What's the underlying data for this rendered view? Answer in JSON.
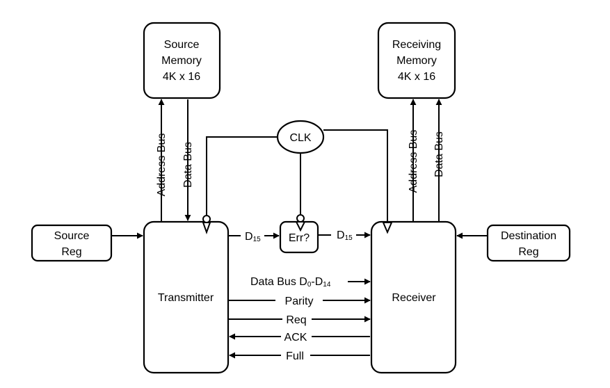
{
  "source_memory": {
    "line1": "Source",
    "line2": "Memory",
    "line3": "4K x 16"
  },
  "receiving_memory": {
    "line1": "Receiving",
    "line2": "Memory",
    "line3": "4K x 16"
  },
  "source_reg": {
    "line1": "Source",
    "line2": "Reg"
  },
  "destination_reg": {
    "line1": "Destination",
    "line2": "Reg"
  },
  "transmitter": {
    "label": "Transmitter"
  },
  "receiver": {
    "label": "Receiver"
  },
  "clk": {
    "label": "CLK"
  },
  "err": {
    "label": "Err?"
  },
  "signals": {
    "address_bus": "Address Bus",
    "data_bus": "Data Bus",
    "d15": {
      "base": "D",
      "sub": "15"
    },
    "data_bus_range": {
      "prefix": "Data Bus D",
      "sub0": "0",
      "mid": "-D",
      "sub1": "14"
    },
    "parity": "Parity",
    "req": "Req",
    "ack": "ACK",
    "full": "Full"
  }
}
